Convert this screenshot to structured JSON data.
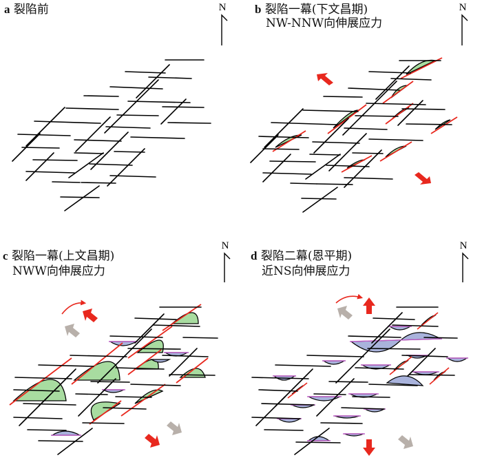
{
  "panels": [
    {
      "letter": "a",
      "title": "裂陷前",
      "subtitle": ""
    },
    {
      "letter": "b",
      "title": "裂陷一幕(下文昌期)",
      "subtitle": "NW-NNW向伸展应力"
    },
    {
      "letter": "c",
      "title": "裂陷一幕(上文昌期)",
      "subtitle": "NWW向伸展应力"
    },
    {
      "letter": "d",
      "title": "裂陷二幕(恩平期)",
      "subtitle": "近NS向伸展应力"
    }
  ],
  "north_label": "N",
  "colors": {
    "line": "#000000",
    "fault": "#e8281e",
    "green_fill": "#a8dca0",
    "blue_fill": "#a9b3dc",
    "purple_line": "#c060c8",
    "arrow_red": "#e8281e",
    "arrow_gray": "#b8b0aa"
  }
}
